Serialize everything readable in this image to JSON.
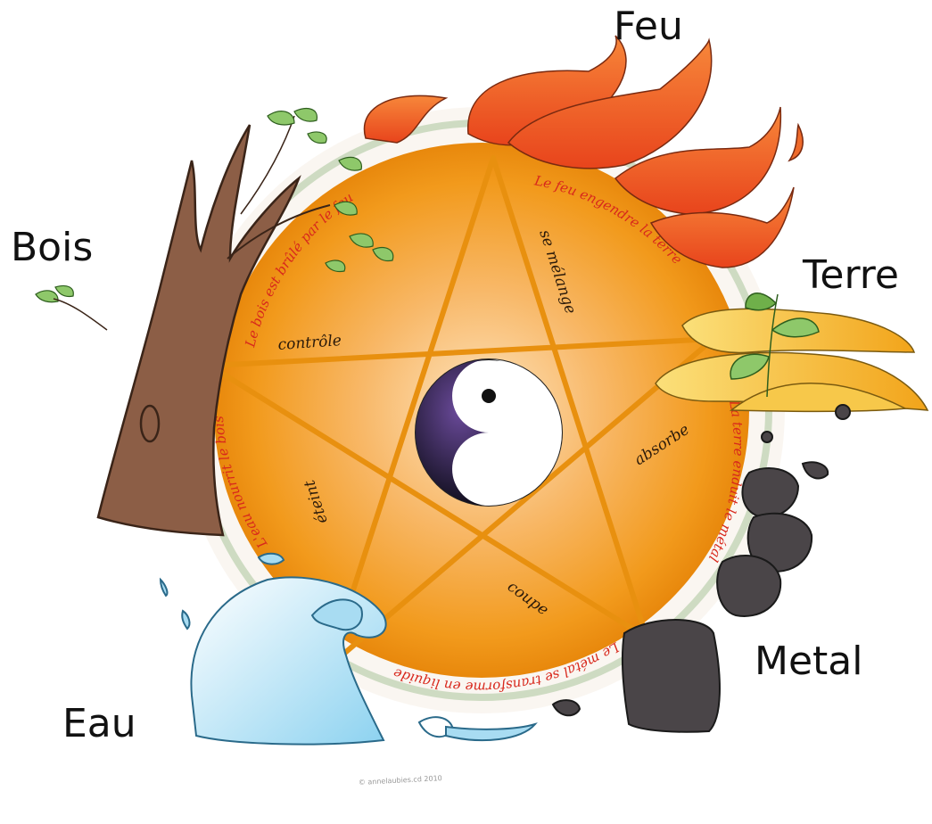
{
  "elements": {
    "feu": "Feu",
    "bois": "Bois",
    "terre": "Terre",
    "metal": "Metal",
    "eau": "Eau"
  },
  "control_relations": {
    "se_melange": "se mélange",
    "controle": "contrôle",
    "absorbe": "absorbe",
    "eteint": "éteint",
    "coupe": "coupe"
  },
  "generation_cycle": {
    "feu_terre": "Le feu engendre la terre",
    "terre_metal": "La terre enduit le métal",
    "metal_eau": "Le métal se transforme en liquide",
    "eau_bois": "L'eau nourrit le bois",
    "bois_feu": "Le bois est brûlé par le feu"
  },
  "copyright": "© annelaubies.cd 2010",
  "colors": {
    "disc_orange": "#f29a1c",
    "star_line": "#e8900f",
    "cycle_text": "#d8281c",
    "fire": "#ef6a2a",
    "wood": "#8c5e46",
    "earth": "#f5b41c",
    "metal": "#4a4548",
    "water": "#a8dcf2"
  },
  "icons": [
    "fire-icon",
    "tree-icon",
    "leaves-icon",
    "stones-icon",
    "wave-icon",
    "yin-yang-icon"
  ]
}
